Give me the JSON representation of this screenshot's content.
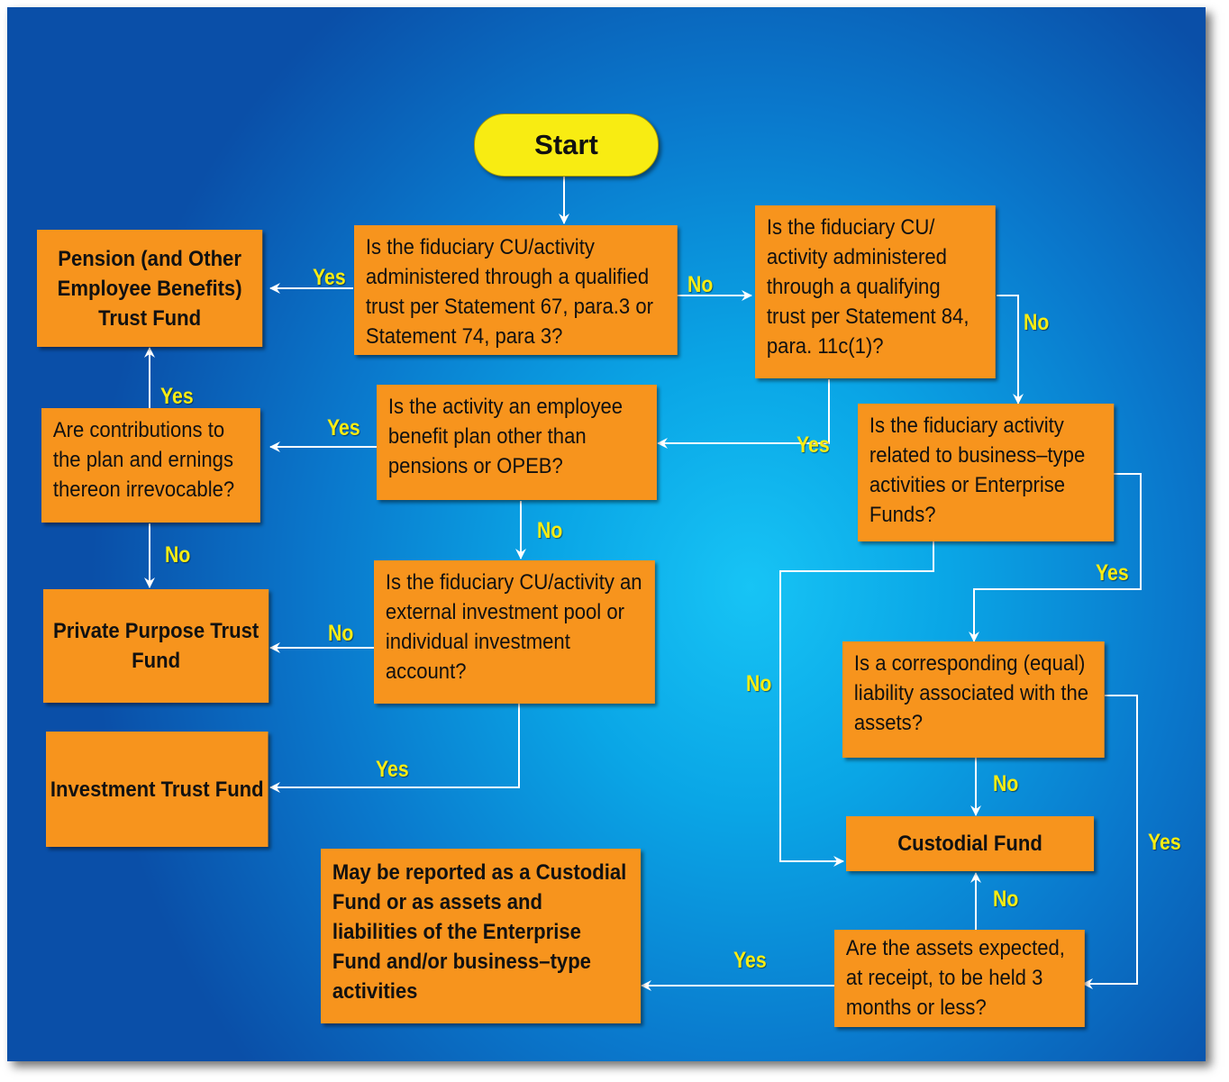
{
  "start": "Start",
  "boxes": {
    "q1": "Is the fiduciary CU/activity administered through a qualified trust per Statement 67, para.3 or Statement 74, para 3?",
    "q2": "Is the fiduciary CU/ activity administered through a qualifying trust per Statement 84, para. 11c(1)?",
    "pension": "Pension (and Other Employee Benefits) Trust Fund",
    "q3": "Is the activity an employee benefit plan other than pensions or OPEB?",
    "q4": "Are contributions to the plan and ernings thereon irrevocable?",
    "q5": "Is the fiduciary activity related to business–type activities or Enterprise Funds?",
    "private": "Private Purpose Trust Fund",
    "q6": "Is the fiduciary CU/activity an external investment pool or individual investment account?",
    "q7": "Is a corresponding (equal) liability associated with the assets?",
    "investment": "Investment Trust Fund",
    "custodial": "Custodial Fund",
    "note": "May be reported as a Custodial Fund or as assets and liabilities of the Enterprise Fund and/or business–type activities",
    "q8": "Are the assets expected, at receipt, to be held 3 months or less?"
  },
  "labels": {
    "yes": "Yes",
    "no": "No"
  }
}
